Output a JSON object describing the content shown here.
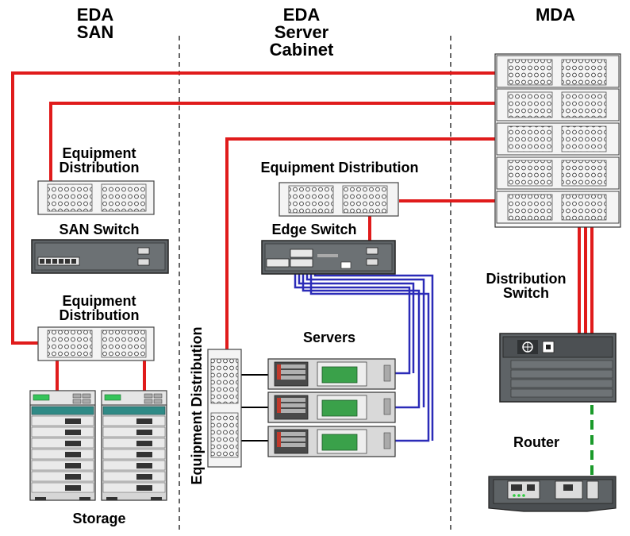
{
  "headers": {
    "eda_san": [
      "EDA",
      "SAN"
    ],
    "eda_server_cabinet": [
      "EDA",
      "Server",
      "Cabinet"
    ],
    "mda": "MDA"
  },
  "labels": {
    "equip_dist_san_top": [
      "Equipment",
      "Distribution"
    ],
    "san_switch": "SAN Switch",
    "equip_dist_san_bottom": [
      "Equipment",
      "Distribution"
    ],
    "storage": "Storage",
    "equip_dist_server": "Equipment Distribution",
    "edge_switch": "Edge Switch",
    "servers": "Servers",
    "equip_dist_vertical": "Equipment Distribution",
    "distribution_switch": [
      "Distribution",
      "Switch"
    ],
    "router": "Router"
  },
  "colors": {
    "fiber": "#e01b1b",
    "copper": "#2b2bb8",
    "wan": "#1a9a2a",
    "panel": "#f4f4f4",
    "device": "#5e6366",
    "storage_band": "#2f8a86"
  }
}
